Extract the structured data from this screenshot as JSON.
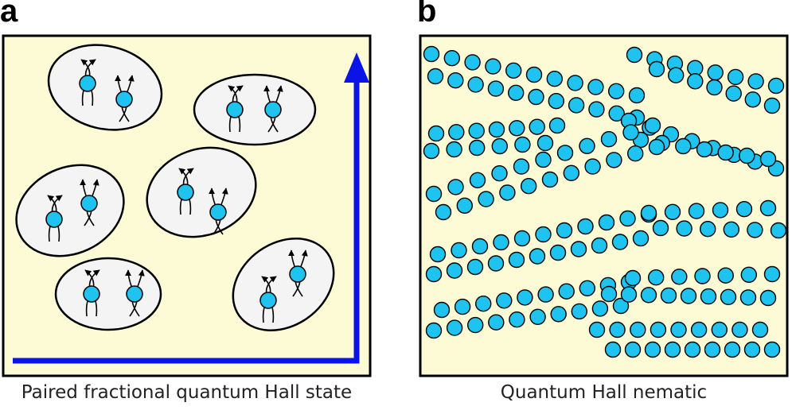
{
  "panels": {
    "a": {
      "letter": "a",
      "caption": "Paired fractional quantum Hall state",
      "colors": {
        "background": "#fdfbd6",
        "border": "#000000",
        "ellipse_fill": "#f4f4f4",
        "particle": "#1ec3ef",
        "arrow": "#0a14e6"
      }
    },
    "b": {
      "letter": "b",
      "caption": "Quantum Hall nematic",
      "colors": {
        "background": "#fdfbd6",
        "border": "#000000",
        "particle": "#1ec3ef"
      }
    }
  }
}
